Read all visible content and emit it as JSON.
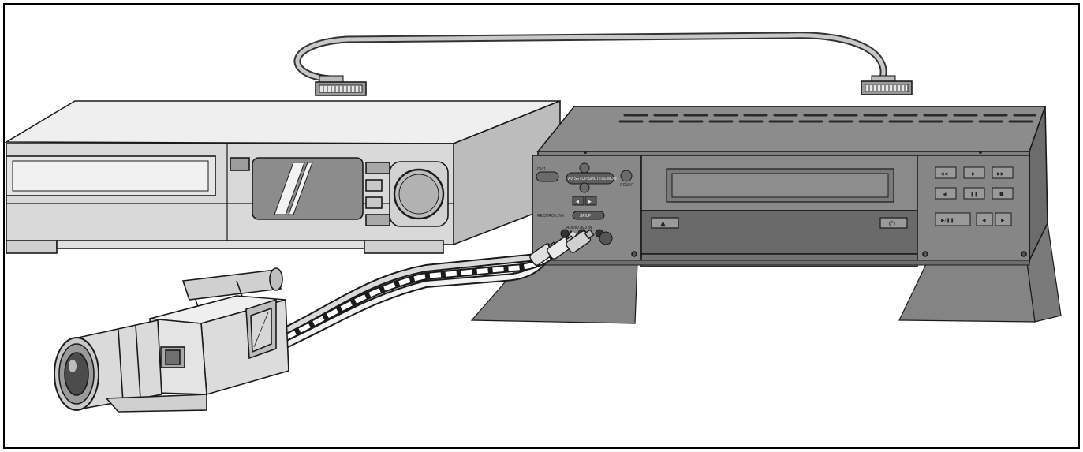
{
  "colors": {
    "border": "#000000",
    "outline": "#1a1a1a",
    "recorder_light": "#e4e4e4",
    "recorder_front": "#d0d0d0",
    "vcr_top": "#8a8a8a",
    "vcr_front": "#7c7c7c",
    "vcr_door": "#6e6e6e",
    "cable": "#9a9a9a",
    "camera_light": "#e9e9e9"
  },
  "vcr": {
    "input_panel": {
      "left_label": "DV-1",
      "center_label": "AV SETUP/SHUTTLE MON",
      "right_label": "COUNT",
      "record_label": "RECORD LINK",
      "sp_label": "SP/LP",
      "jack_label": "AUDIO AV3 IN"
    },
    "icons": {
      "eject": "▲",
      "power": "⏻",
      "rewind": "◀◀",
      "play": "▶",
      "ffwd": "▶▶",
      "back": "◀",
      "pause": "❚❚",
      "stop": "■",
      "rec": "▶/❚❚",
      "ch_down": "◀",
      "ch_up": "▶",
      "small_left": "◀",
      "small_right": "▶"
    }
  }
}
